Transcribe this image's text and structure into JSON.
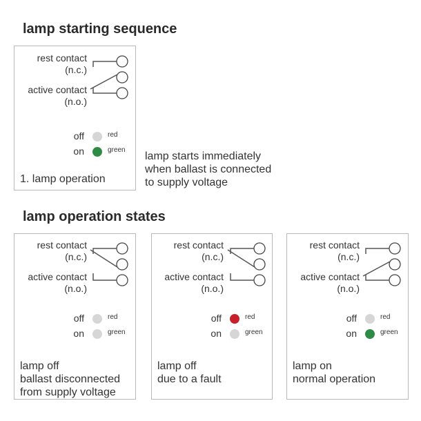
{
  "sections": {
    "starting": {
      "title": "lamp starting sequence"
    },
    "states": {
      "title": "lamp operation states"
    }
  },
  "labels": {
    "rest_contact": "rest contact",
    "rest_contact_type": "(n.c.)",
    "active_contact": "active contact",
    "active_contact_type": "(n.o.)",
    "off": "off",
    "on": "on",
    "red": "red",
    "green": "green"
  },
  "colors": {
    "inactive": "#d6d6d6",
    "red": "#c8202a",
    "green": "#2e8b45"
  },
  "starting_panel": {
    "caption": [
      "1. lamp operation"
    ],
    "rest_state": "open",
    "active_state": "closed",
    "off_led": "inactive",
    "on_led": "green",
    "note": [
      "lamp starts immediately",
      "when ballast is connected",
      "to supply voltage"
    ]
  },
  "state_panels": [
    {
      "caption": [
        "lamp off",
        "ballast disconnected",
        "from supply voltage"
      ],
      "rest_state": "closed",
      "active_state": "open",
      "off_led": "inactive",
      "on_led": "inactive"
    },
    {
      "caption": [
        "lamp off",
        "due to a fault"
      ],
      "rest_state": "closed",
      "active_state": "open",
      "off_led": "red",
      "on_led": "inactive"
    },
    {
      "caption": [
        "lamp on",
        "normal operation"
      ],
      "rest_state": "open",
      "active_state": "closed",
      "off_led": "inactive",
      "on_led": "green"
    }
  ]
}
